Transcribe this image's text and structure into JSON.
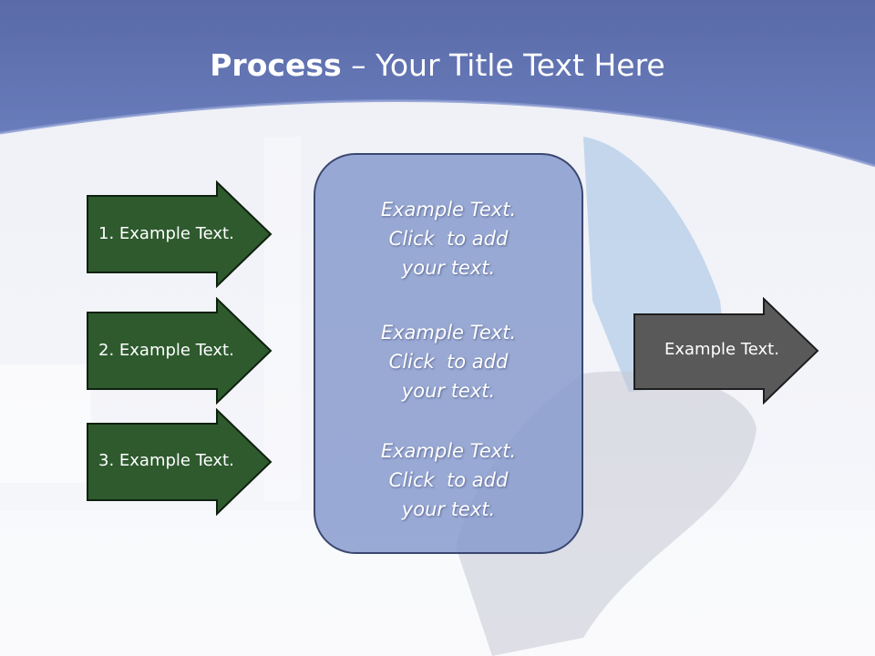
{
  "slide": {
    "title_bold": "Process",
    "title_rest": " – Your Title Text Here",
    "colors": {
      "header_band": "#6476b4",
      "green_arrow_fill": "#2e5a2e",
      "gray_arrow_fill": "#595959",
      "center_box_fill": "#8a9bce"
    }
  },
  "left_arrows": [
    {
      "label": "1. Example Text."
    },
    {
      "label": "2. Example Text."
    },
    {
      "label": "3. Example Text."
    }
  ],
  "center_box": {
    "blocks": [
      {
        "line1": "Example Text.",
        "line2": "Click  to add",
        "line3": "your text."
      },
      {
        "line1": "Example Text.",
        "line2": "Click  to add",
        "line3": "your text."
      },
      {
        "line1": "Example Text.",
        "line2": "Click  to add",
        "line3": "your text."
      }
    ]
  },
  "right_arrow": {
    "label": "Example Text."
  }
}
